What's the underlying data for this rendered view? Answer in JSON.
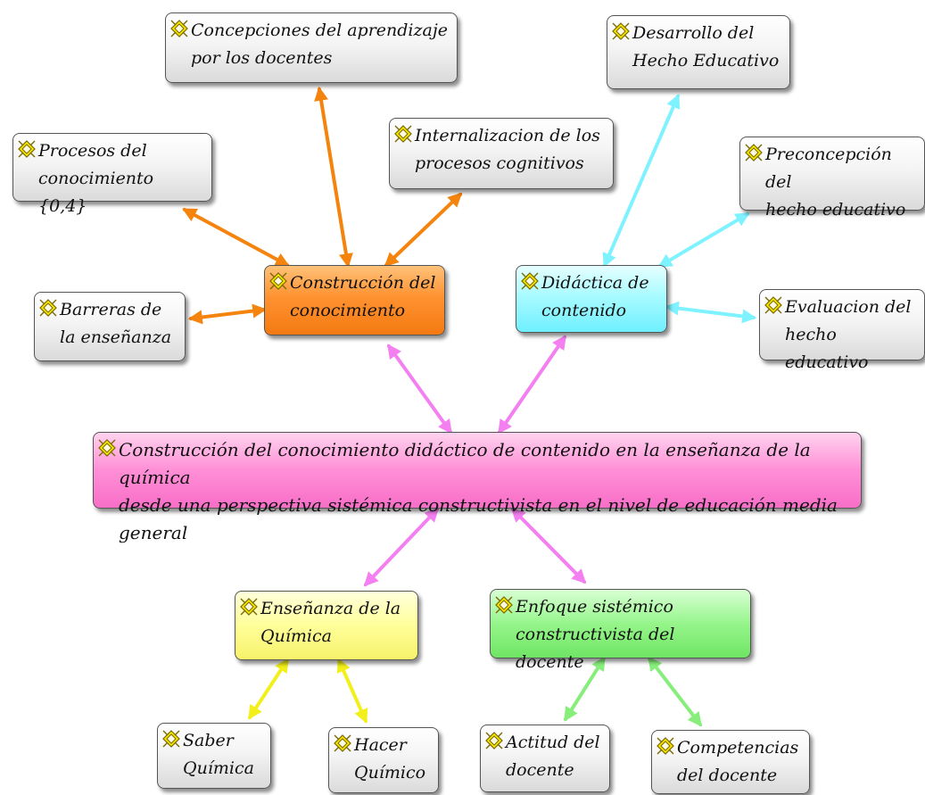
{
  "diagram": {
    "nodes": [
      {
        "id": "central",
        "text": "Construcción del conocimiento didáctico de contenido en la enseñanza de la química\n   desde una perspectiva sistémica constructivista en el nivel de educación media general",
        "color": "#ff8fd6"
      },
      {
        "id": "construccion",
        "text": "Construcción del\n   conocimiento",
        "color": "#ff9230"
      },
      {
        "id": "didactica",
        "text": "Didáctica de\n   contenido",
        "color": "#a9fbff"
      },
      {
        "id": "ensenanza",
        "text": "Enseñanza de la\nQuímica",
        "color": "#ffff9a"
      },
      {
        "id": "enfoque",
        "text": "Enfoque sistémico\n   constructivista del docente",
        "color": "#96f58b"
      },
      {
        "id": "concepciones",
        "text": "Concepciones del aprendizaje\n  por los docentes",
        "color": "#f4f4f4"
      },
      {
        "id": "internalizacion",
        "text": "Internalizacion de los\n  procesos cognitivos",
        "color": "#f4f4f4"
      },
      {
        "id": "procesos",
        "text": "Procesos del\n  conocimiento {0,4}",
        "color": "#f4f4f4"
      },
      {
        "id": "barreras",
        "text": "Barreras de\n  la enseñanza",
        "color": "#f4f4f4"
      },
      {
        "id": "desarrollo",
        "text": "Desarrollo del\n  Hecho Educativo",
        "color": "#f4f4f4"
      },
      {
        "id": "preconcepcion",
        "text": "Preconcepción del\n  hecho educativo",
        "color": "#f4f4f4"
      },
      {
        "id": "evaluacion",
        "text": "Evaluacion del\n  hecho educativo",
        "color": "#f4f4f4"
      },
      {
        "id": "saber",
        "text": "Saber\n  Química",
        "color": "#f4f4f4"
      },
      {
        "id": "hacer",
        "text": "Hacer\n  Químico",
        "color": "#f4f4f4"
      },
      {
        "id": "actitud",
        "text": "Actitud del\n  docente",
        "color": "#f4f4f4"
      },
      {
        "id": "competencias",
        "text": "Competencias\n  del docente",
        "color": "#f4f4f4"
      }
    ],
    "edges": [
      {
        "from": "central",
        "to": "construccion",
        "color": "#f47ff0"
      },
      {
        "from": "central",
        "to": "didactica",
        "color": "#f47ff0"
      },
      {
        "from": "central",
        "to": "ensenanza",
        "color": "#f47ff0"
      },
      {
        "from": "central",
        "to": "enfoque",
        "color": "#f47ff0"
      },
      {
        "from": "construccion",
        "to": "concepciones",
        "color": "#f5840f"
      },
      {
        "from": "construccion",
        "to": "internalizacion",
        "color": "#f5840f"
      },
      {
        "from": "construccion",
        "to": "procesos",
        "color": "#f5840f"
      },
      {
        "from": "construccion",
        "to": "barreras",
        "color": "#f5840f"
      },
      {
        "from": "didactica",
        "to": "desarrollo",
        "color": "#7ff2ff"
      },
      {
        "from": "didactica",
        "to": "preconcepcion",
        "color": "#7ff2ff"
      },
      {
        "from": "didactica",
        "to": "evaluacion",
        "color": "#7ff2ff"
      },
      {
        "from": "ensenanza",
        "to": "saber",
        "color": "#f2ef1a"
      },
      {
        "from": "ensenanza",
        "to": "hacer",
        "color": "#f2ef1a"
      },
      {
        "from": "enfoque",
        "to": "actitud",
        "color": "#87ee7c"
      },
      {
        "from": "enfoque",
        "to": "competencias",
        "color": "#87ee7c"
      }
    ]
  }
}
